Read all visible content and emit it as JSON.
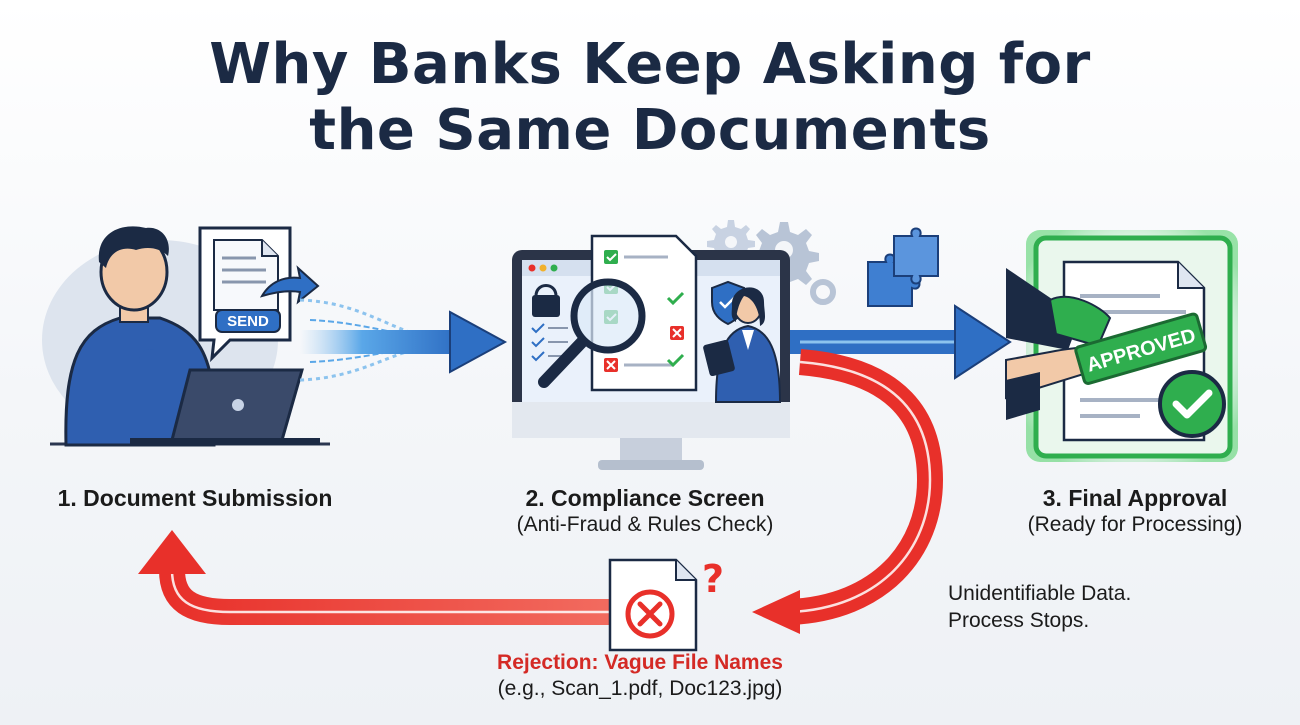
{
  "title": {
    "line1": "Why Banks Keep Asking for",
    "line2": "the Same Documents"
  },
  "stages": [
    {
      "label": "1. Document Submission",
      "button": "SEND"
    },
    {
      "label": "2. Compliance Screen",
      "sublabel": "(Anti-Fraud & Rules Check)"
    },
    {
      "label": "3. Final Approval",
      "sublabel": "(Ready for Processing)",
      "stamp": "APPROVED"
    }
  ],
  "rejection": {
    "title": "Rejection: Vague File Names",
    "examples": "(e.g., Scan_1.pdf, Doc123.jpg)",
    "note_line1": "Unidentifiable Data.",
    "note_line2": "Process Stops."
  },
  "colors": {
    "title": "#1b2a44",
    "flow_arrow": "#2f6fc4",
    "reject_arrow": "#e8302a",
    "approve_green": "#2fae4e"
  }
}
